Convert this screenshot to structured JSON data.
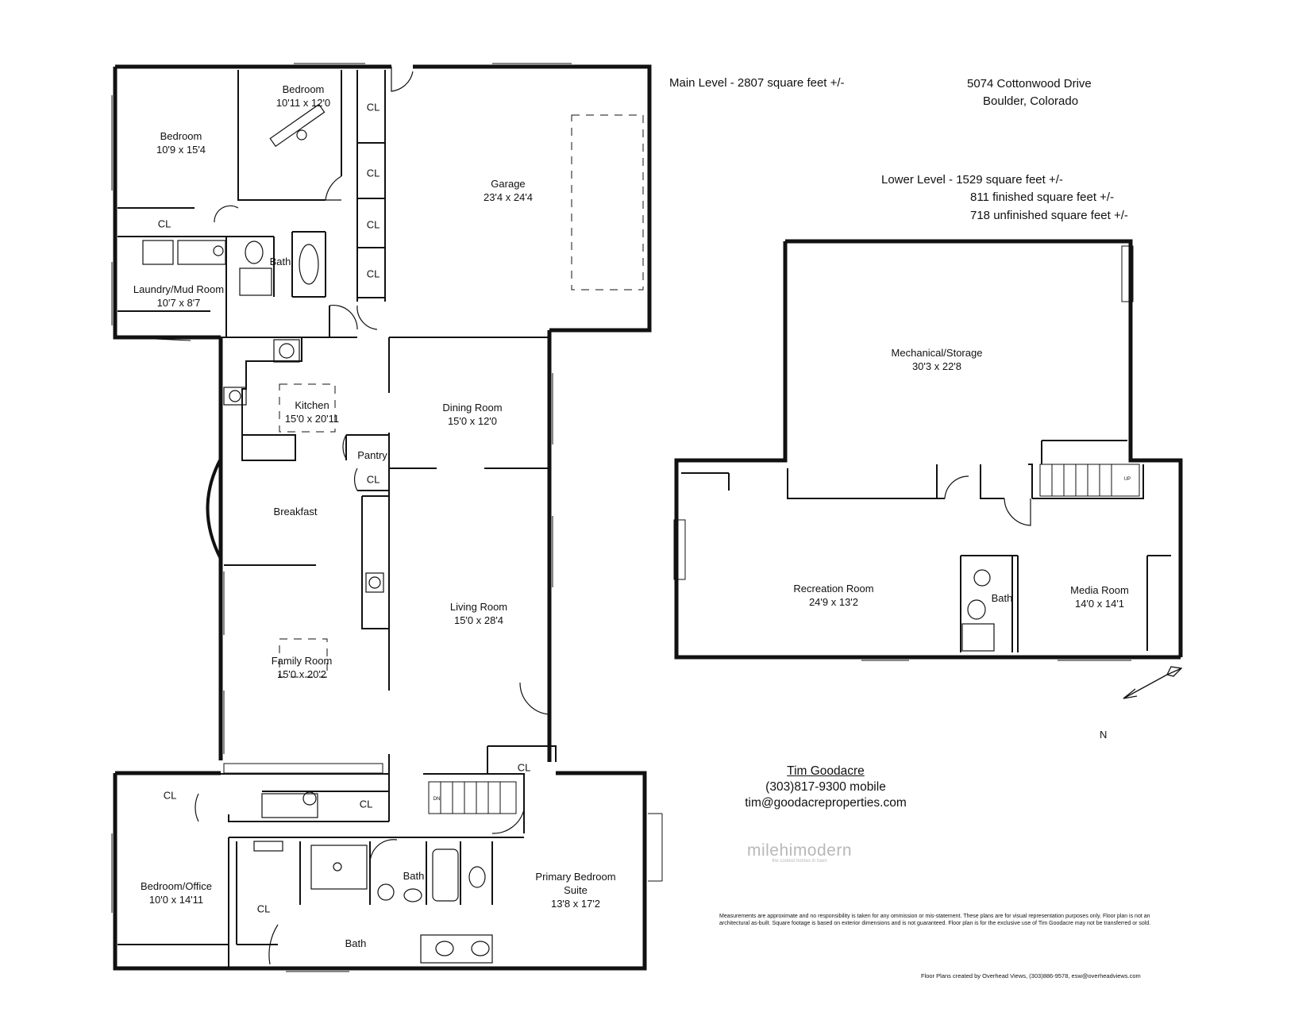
{
  "address": {
    "line1": "5074 Cottonwood Drive",
    "line2": "Boulder, Colorado"
  },
  "levels": {
    "main": "Main Level - 2807 square feet +/-",
    "lower": "Lower Level - 1529 square feet +/-",
    "lower_finished": "811 finished square feet +/-",
    "lower_unfinished": "718 unfinished square feet +/-"
  },
  "rooms": {
    "bedroom1": {
      "name": "Bedroom",
      "dim": "10'9 x 15'4"
    },
    "bedroom2": {
      "name": "Bedroom",
      "dim": "10'11 x 12'0"
    },
    "garage": {
      "name": "Garage",
      "dim": "23'4 x 24'4"
    },
    "laundry": {
      "name": "Laundry/Mud Room",
      "dim": "10'7 x 8'7"
    },
    "bath_main": {
      "name": "Bath"
    },
    "kitchen": {
      "name": "Kitchen",
      "dim": "15'0 x 20'11"
    },
    "dining": {
      "name": "Dining Room",
      "dim": "15'0 x 12'0"
    },
    "pantry": {
      "name": "Pantry"
    },
    "breakfast": {
      "name": "Breakfast"
    },
    "living": {
      "name": "Living Room",
      "dim": "15'0 x 28'4"
    },
    "family": {
      "name": "Family Room",
      "dim": "15'0 x 20'2"
    },
    "bedroom_office": {
      "name": "Bedroom/Office",
      "dim": "10'0 x 14'11"
    },
    "primary_suite": {
      "name": "Primary Bedroom",
      "name2": "Suite",
      "dim": "13'8 x 17'2"
    },
    "bath_primary": {
      "name": "Bath"
    },
    "bath_lower_suite": {
      "name": "Bath"
    },
    "mechanical": {
      "name": "Mechanical/Storage",
      "dim": "30'3 x 22'8"
    },
    "recreation": {
      "name": "Recreation Room",
      "dim": "24'9 x 13'2"
    },
    "bath_lower": {
      "name": "Bath"
    },
    "media": {
      "name": "Media Room",
      "dim": "14'0 x 14'1"
    }
  },
  "closet_label": "CL",
  "stairs": {
    "down": "DN",
    "up": "UP"
  },
  "contact": {
    "name": "Tim Goodacre",
    "phone": "(303)817-9300 mobile",
    "email": "tim@goodacreproperties.com"
  },
  "logo": {
    "brand": "milehimodern",
    "tagline": "the coolest homes in town"
  },
  "compass": "N",
  "disclaimer": "Measurements are approximate and no responsibility is taken for any ommission or mis-statement.  These plans are for visual representation purposes only. Floor plan is not an architectural as-built. Square footage is based on exterior dimensions and is not guaranteed. Floor plan is for the exclusive use of Tim Goodacre may not be transferred or sold.",
  "credit": "Floor Plans created by Overhead Views, (303)886-9578, esw@overheadviews.com"
}
